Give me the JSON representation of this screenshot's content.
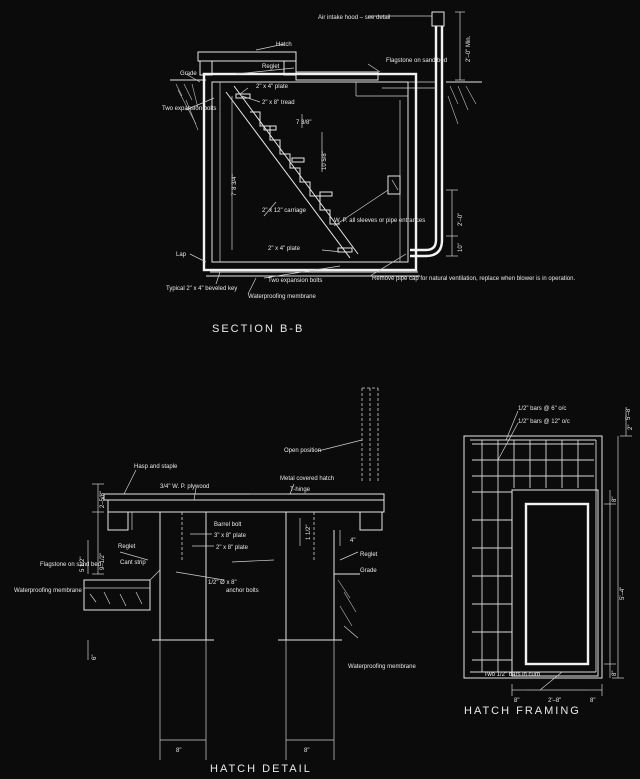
{
  "section": {
    "title": "SECTION B-B",
    "labels": {
      "air_intake": "Air intake hood – see detail",
      "hatch": "Hatch",
      "flagstone": "Flagstone on sand bed",
      "grade": "Grade",
      "reglet": "Reglet",
      "plate_top": "2\" x 4\" plate",
      "expansion_bolts": "Two expansion bolts",
      "tread": "2\" x 8\" tread",
      "riser": "7 3/8\"",
      "run": "10 5/8\"",
      "height": "7' 8 3/4\"",
      "carriage": "2\" x 12\" carriage",
      "wp": "W. P. all sleeves or pipe entrances",
      "plate_bottom": "2\" x 4\" plate",
      "lap": "Lap",
      "bolts_bottom": "Two expansion bolts",
      "beveled_key": "Typical 2\" x 4\" beveled key",
      "membrane": "Waterproofing membrane",
      "pipe_cap": "Remove pipe cap for natural ventilation, replace when blower is in operation.",
      "dim_min": "2'–0\" Min.",
      "dim_2ft": "2'–0\"",
      "dim_10": "10\""
    }
  },
  "detail": {
    "title": "HATCH DETAIL",
    "labels": {
      "open_position": "Open position",
      "hasp": "Hasp and staple",
      "plywood": "3/4\" W. P. plywood",
      "metal_hatch": "Metal covered hatch",
      "t_hinge": "T-hinge",
      "barrel_bolt": "Barrel bolt",
      "plate_3x8": "3\" x 8\" plate",
      "plate_2x8": "2\" x 8\" plate",
      "anchor": "1/2\" Ø x 8\" anchor bolts",
      "reglet_l": "Reglet",
      "cant": "Cant strip",
      "flagstone": "Flagstone on sand bed",
      "membrane_l": "Waterproofing membrane",
      "reglet_r": "Reglet",
      "grade": "Grade",
      "membrane_r": "Waterproofing membrane",
      "dim_258": "2–5/8\"",
      "dim_912": "9–1/2\"",
      "dim_512": "5 1/2\"",
      "dim_6": "6\"",
      "dim_4": "4\"",
      "dim_112": "1 1/2\"",
      "dim_8a": "8\"",
      "dim_8b": "8\""
    }
  },
  "framing": {
    "title": "HATCH FRAMING",
    "labels": {
      "bars6": "1/2\" bars @ 6\" o/c",
      "bars12": "1/2\" bars @ 12\" o/c",
      "curb": "Two 1/2\" bars in curb",
      "dim_2": "2\"",
      "dim_58": "5'–8\"",
      "dim_8top": "8\"",
      "dim_54": "5'–4\"",
      "dim_8bot": "8\"",
      "dim_8l": "8\"",
      "dim_28": "2'–8\"",
      "dim_8r": "8\""
    }
  }
}
